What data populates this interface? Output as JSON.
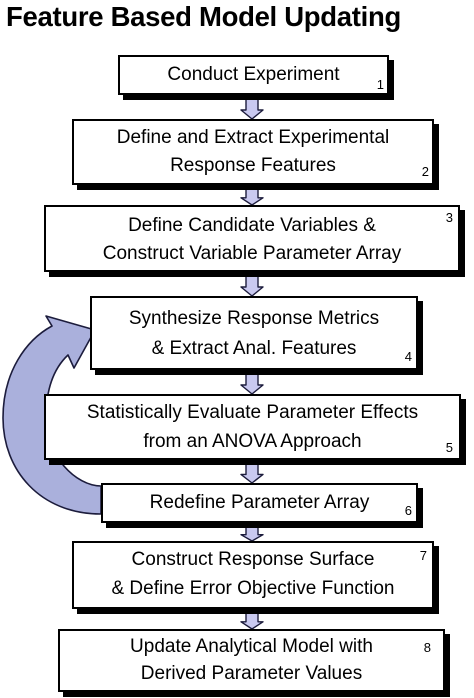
{
  "title": "Feature Based Model Updating",
  "steps": [
    {
      "lines": [
        "Conduct Experiment"
      ],
      "number": "1"
    },
    {
      "lines": [
        "Define and Extract Experimental",
        "Response Features"
      ],
      "number": "2"
    },
    {
      "lines": [
        "Define Candidate Variables &",
        "Construct Variable Parameter Array"
      ],
      "number": "3"
    },
    {
      "lines": [
        "Synthesize Response Metrics",
        "& Extract Anal. Features"
      ],
      "number": "4"
    },
    {
      "lines": [
        "Statistically Evaluate Parameter Effects",
        "from an ANOVA Approach"
      ],
      "number": "5"
    },
    {
      "lines": [
        "Redefine Parameter Array"
      ],
      "number": "6"
    },
    {
      "lines": [
        "Construct Response Surface",
        "& Define Error Objective Function"
      ],
      "number": "7"
    },
    {
      "lines": [
        "Update Analytical Model with",
        "Derived Parameter Values"
      ],
      "number": "8"
    }
  ],
  "colors": {
    "arrow_fill": "#c9c9f0",
    "loop_arrow_fill": "#aab0dc",
    "stroke": "#1c1c3c"
  }
}
